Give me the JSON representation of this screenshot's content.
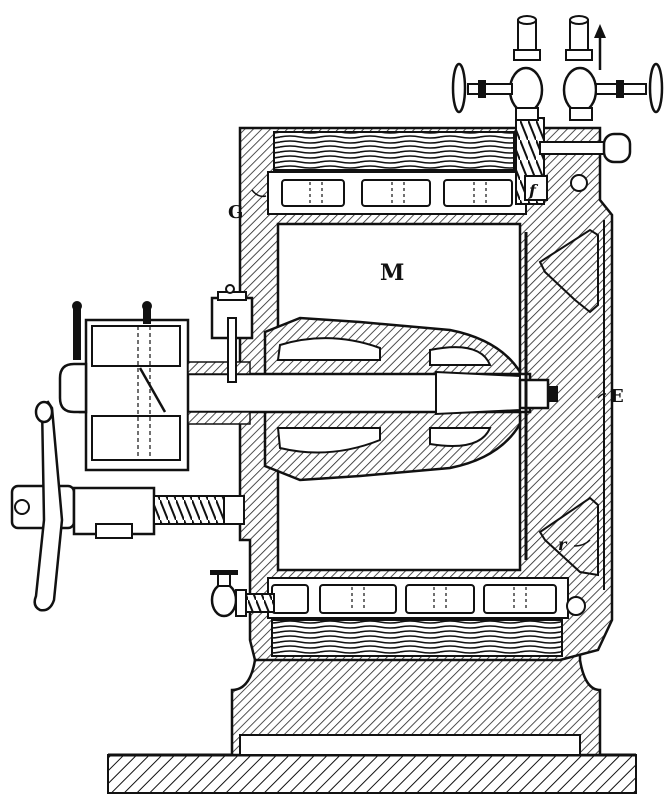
{
  "colors": {
    "ink": "#111111",
    "paper": "#ffffff",
    "hatch": "#222222"
  },
  "labels": {
    "M": "M",
    "G": "G",
    "E": "E",
    "f": "f",
    "r": "r"
  },
  "icons": [
    "flow-arrow-icon"
  ]
}
